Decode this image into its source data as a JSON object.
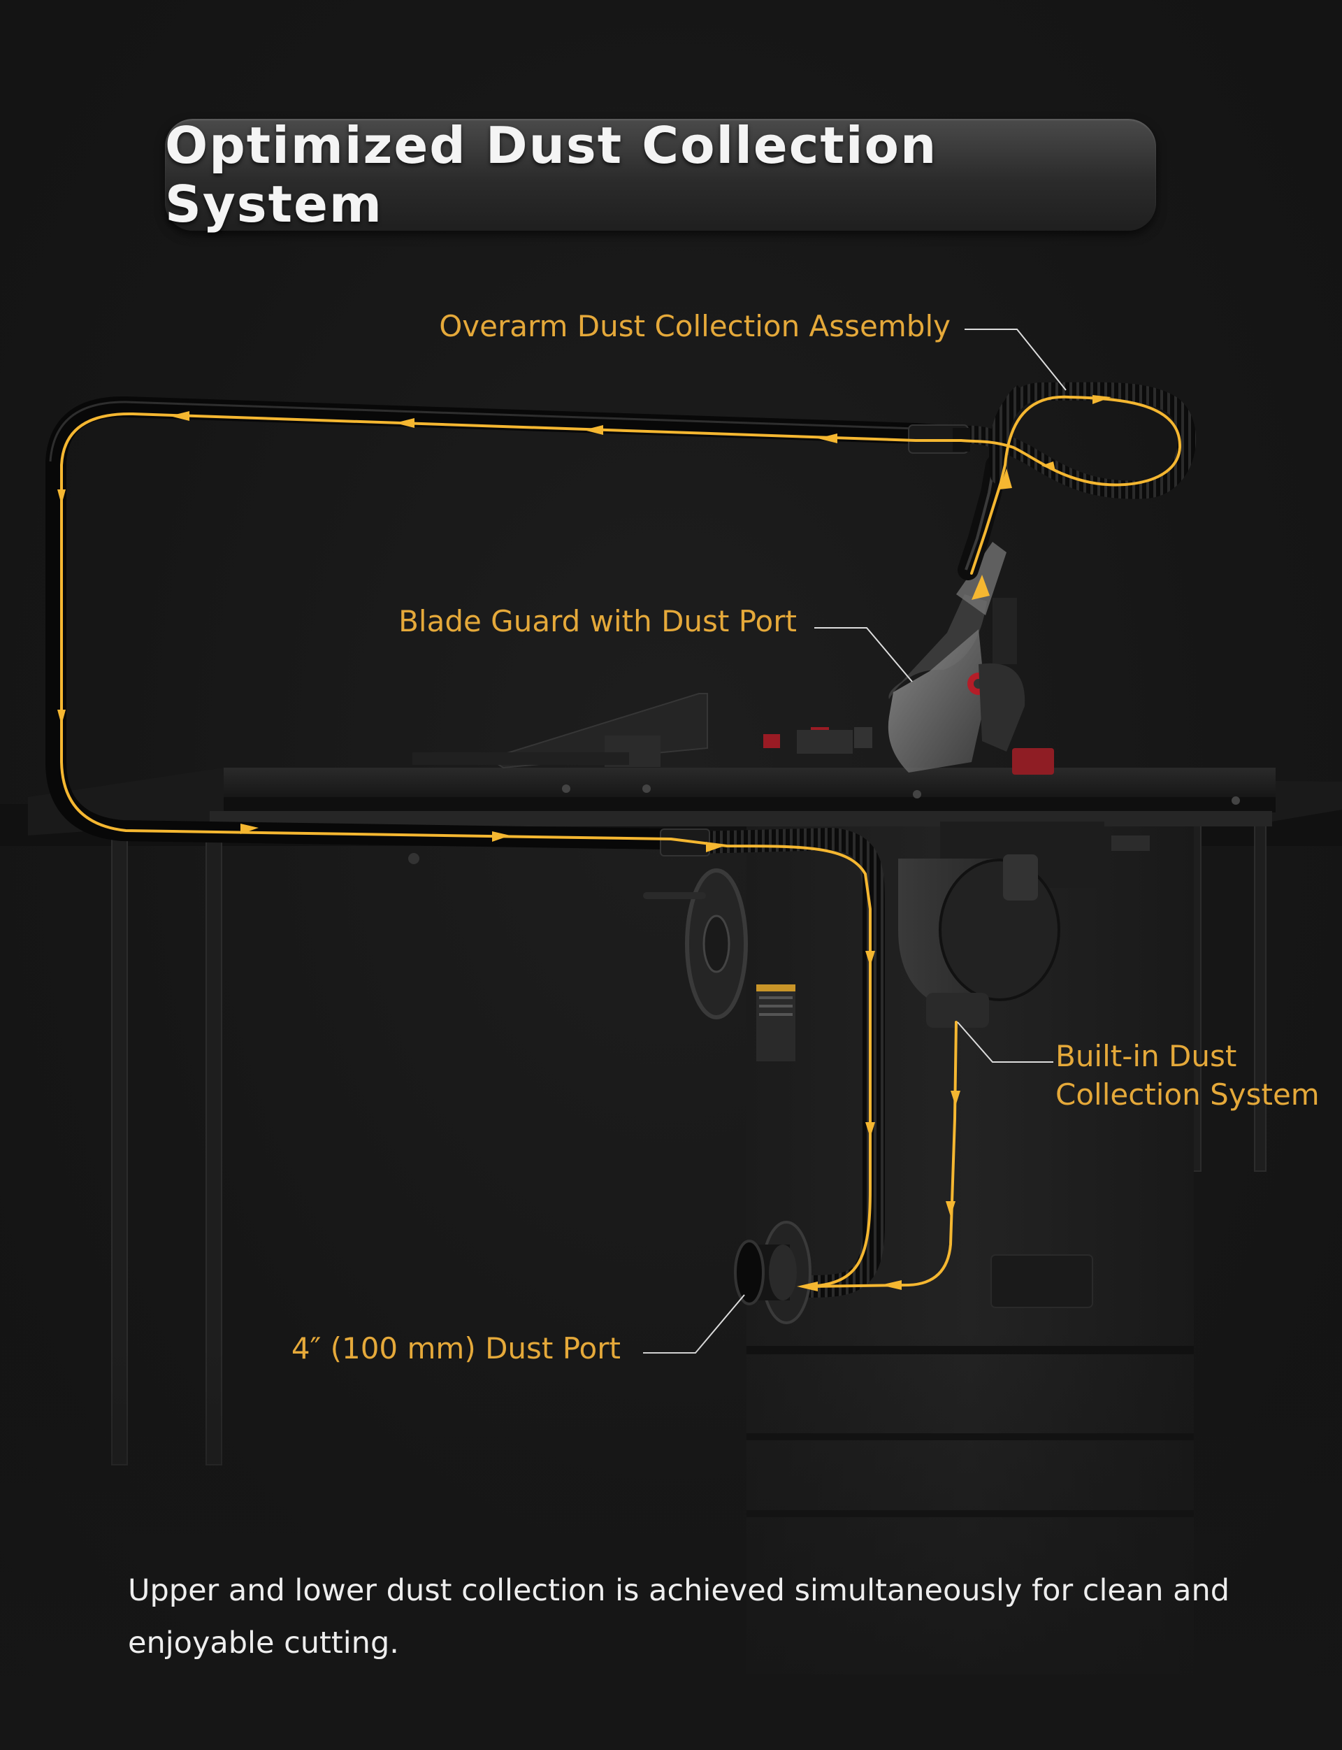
{
  "title": "Optimized Dust Collection System",
  "callouts": {
    "overarm": "Overarm Dust Collection Assembly",
    "blade_guard": "Blade Guard with Dust Port",
    "built_in_line1": "Built-in Dust",
    "built_in_line2": "Collection System",
    "dust_port": "4″ (100 mm) Dust Port"
  },
  "caption": "Upper and lower dust collection is achieved simultaneously for clean and enjoyable cutting.",
  "colors": {
    "background": "#161616",
    "accent": "#e5a93a",
    "flow_line": "#f5b731",
    "hose": "#0c0c0c",
    "machine": "#222222"
  }
}
